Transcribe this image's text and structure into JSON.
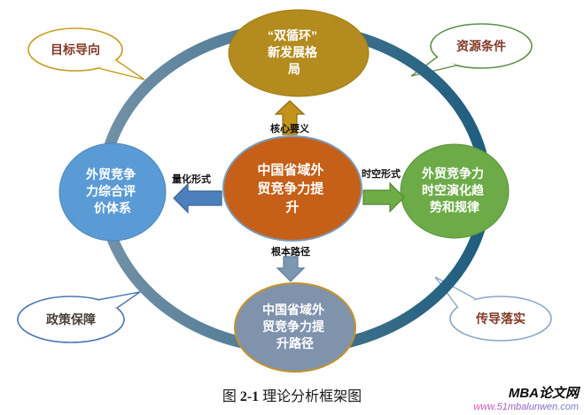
{
  "ring": {
    "color_left": "#7291A6",
    "color_right": "#1F5D7E"
  },
  "center_node": {
    "label": "中国省域外贸竞争力提升",
    "lines": [
      "中国省域外",
      "贸竞争力提",
      "升"
    ],
    "fill": "#C65F17",
    "stroke": "#7C99B5"
  },
  "nodes": {
    "top": {
      "label": "“双循环”新发展格局",
      "lines": [
        "“双循环”",
        "新发展格",
        "局"
      ],
      "fill": "#B38B1F",
      "stroke": "#A07D12"
    },
    "left": {
      "label": "外贸竞争力综合评价体系",
      "lines": [
        "外贸竞争",
        "力综合评",
        "价体系"
      ],
      "fill": "#5B9BD5",
      "stroke": "#4A86BD"
    },
    "right": {
      "label": "外贸竞争力时空演化趋势和规律",
      "lines": [
        "外贸竞争力",
        "时空演化趋",
        "势和规律"
      ],
      "fill": "#6CAB47",
      "stroke": "#5B923A"
    },
    "bottom": {
      "label": "中国省域外贸竞争力提升路径",
      "lines": [
        "中国省域外",
        "贸竞争力提",
        "升路径"
      ],
      "fill": "#8093AD",
      "stroke": "#C2922B"
    }
  },
  "arrows": {
    "up": {
      "label": "核心要义",
      "fill": "#C3931B",
      "stroke": "#8A6D13"
    },
    "down": {
      "label": "根本路径",
      "fill": "#7E97B0",
      "stroke": "#5E7FA0"
    },
    "left": {
      "label": "量化形式",
      "fill": "#4C80BC",
      "stroke": "#3A6394"
    },
    "right": {
      "label": "时空形式",
      "fill": "#6FAC46",
      "stroke": "#55853A"
    }
  },
  "callouts": {
    "top_left": {
      "label": "目标导向",
      "stroke": "#C79C1F",
      "text_color": "#833A28"
    },
    "top_right": {
      "label": "资源条件",
      "stroke": "#5D9148",
      "text_color": "#833A28"
    },
    "bottom_left": {
      "label": "政策保障",
      "stroke": "#4C74B8",
      "text_color": "#4A423A"
    },
    "bottom_right": {
      "label": "传导落实",
      "stroke": "#8AA5C6",
      "text_color": "#833A28"
    }
  },
  "caption": {
    "prefix": "图 ",
    "number": "2-1",
    "suffix": " 理论分析框架图"
  },
  "watermark": {
    "site": "MBA论文网",
    "url": "www.51mbalunwen.com",
    "site_color": "#0A0A0A",
    "url_color": "#C455BE"
  }
}
